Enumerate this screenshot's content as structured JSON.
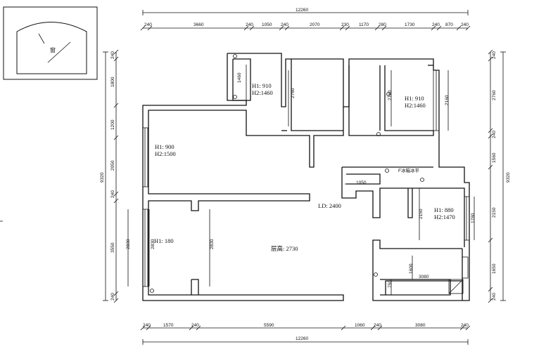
{
  "inset": {
    "label": "窗"
  },
  "top_total": "12260",
  "bottom_total": "12260",
  "left_total": "9320",
  "right_total": "9320",
  "top_segments": [
    "240",
    "3660",
    "240",
    "1050",
    "240",
    "2070",
    "230",
    "1170",
    "280",
    "1730",
    "240",
    "870",
    "240"
  ],
  "bottom_segments": [
    "240",
    "1570",
    "240",
    "5590",
    "1060",
    "240",
    "3080",
    "240"
  ],
  "left_segments": [
    "240",
    "1800",
    "1200",
    "2050",
    "240",
    "3550",
    "240"
  ],
  "right_segments": [
    "240",
    "2760",
    "240",
    "1560",
    "2150",
    "1650",
    "240"
  ],
  "rooms": {
    "r1": {
      "h1": "H1: 910",
      "h2": "H2:1460"
    },
    "r2": {
      "h1": "H1: 910",
      "h2": "H2:1460"
    },
    "r3": {
      "h1": "H1: 900",
      "h2": "H2:1500"
    },
    "r4": {
      "h1": "H1: 880",
      "h2": "H2:1470"
    },
    "r5": {
      "h1": "H1: 180"
    }
  },
  "ld": "LD: 2400",
  "ceiling": "层高: 2730",
  "fridge": "F冰箱冰平",
  "inner_dims": {
    "d1460": "1460",
    "d2760a": "2760",
    "d2760b": "2760",
    "d2160": "2160",
    "d1050": "1050",
    "d2150": "2150",
    "d1780": "1780",
    "d2830a": "2830",
    "d2830b": "2830",
    "d2830c": "2830",
    "d1600": "1600",
    "d3080": "3080",
    "d750": "750"
  }
}
